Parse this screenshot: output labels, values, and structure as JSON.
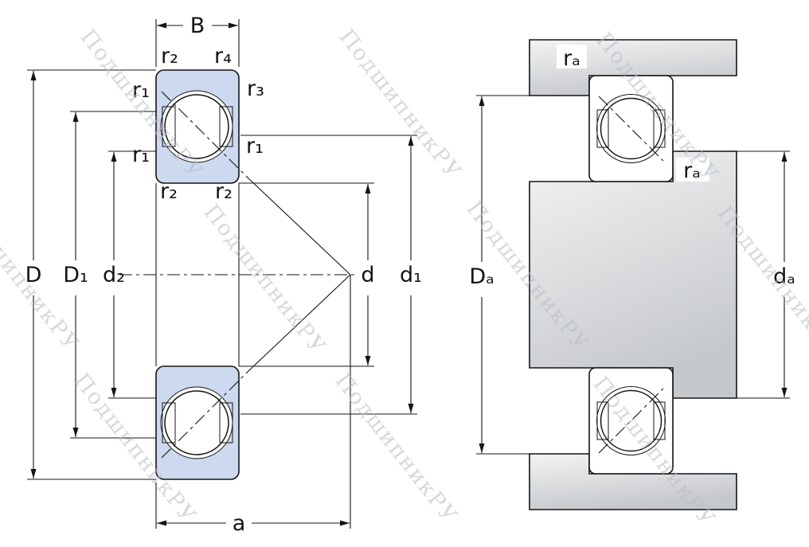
{
  "watermark_text": "ПодшипникРУ",
  "colors": {
    "bearing_fill": "#ccd9ee",
    "steel_light": "#f2f3f4",
    "steel_dark": "#c6c9cc",
    "watermark": "#b6bac4",
    "line": "#141414"
  },
  "left_view": {
    "labels": {
      "B": "B",
      "r2_top_left": "r₂",
      "r4_top_right": "r₄",
      "r1_upper_left": "r₁",
      "r3_upper_right": "r₃",
      "r1_lower_left": "r₁",
      "r1_lower_right": "r₁",
      "r2_bottom_left": "r₂",
      "r2_bottom_right": "r₂",
      "D": "D",
      "D1": "D₁",
      "d2": "d₂",
      "d": "d",
      "d1": "d₁",
      "a": "a"
    }
  },
  "right_view": {
    "labels": {
      "ra_top": "rₐ",
      "ra_side": "rₐ",
      "Da": "Dₐ",
      "da": "dₐ"
    }
  }
}
